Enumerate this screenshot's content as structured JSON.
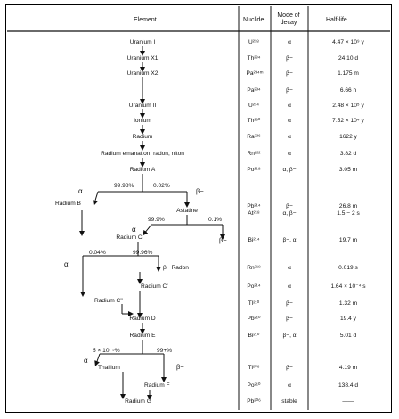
{
  "headers": {
    "element": "Element",
    "nuclide": "Nuclide",
    "mode": "Mode of decay",
    "halflife": "Half-life"
  },
  "chain": {
    "uranium_i": "Uranium I",
    "uranium_x1": "Uranium X1",
    "uranium_x2": "Uranium X2",
    "uranium_ii": "Uranium II",
    "ionium": "Ionium",
    "radium": "Radium",
    "emanation": "Radium emanation, radon, niton",
    "radium_a": "Radium A",
    "branch_a_left": "99.98%",
    "branch_a_right": "0.02%",
    "alpha_a": "α",
    "beta_a": "β−",
    "radium_b": "Radium B",
    "astatine": "Astatine",
    "branch_at_left": "99.9%",
    "branch_at_right": "0.1%",
    "alpha_at": "α",
    "radium_c": "Radium C",
    "beta_c": "β−",
    "branch_c_left": "0.04%",
    "branch_c_right": "99.96%",
    "alpha_c": "α",
    "beta_radon": "β− Radon",
    "radium_c_prime": "Radium C'",
    "radium_c_dbl": "Radium C\"",
    "radium_d": "Radium D",
    "radium_e": "Radium E",
    "branch_e_left": "5 × 10⁻⁵%",
    "branch_e_right": "99+%",
    "alpha_e": "α",
    "thallium": "Thallium",
    "beta_e": "β−",
    "radium_f": "Radium F",
    "radium_g": "Radium G"
  },
  "rows": [
    {
      "nuclide": "U²³⁸",
      "mode": "α",
      "halflife": "4.47 × 10⁹ y"
    },
    {
      "nuclide": "Th²³⁴",
      "mode": "β−",
      "halflife": "24.10 d"
    },
    {
      "nuclide": "Pa²³⁴ᵐ",
      "mode": "β−",
      "halflife": "1.175 m"
    },
    {
      "nuclide": "Pa²³⁴",
      "mode": "β−",
      "halflife": "6.66 h"
    },
    {
      "nuclide": "U²³⁴",
      "mode": "α",
      "halflife": "2.48 × 10⁵ y"
    },
    {
      "nuclide": "Th²³⁰",
      "mode": "α",
      "halflife": "7.52 × 10⁴ y"
    },
    {
      "nuclide": "Ra²²⁶",
      "mode": "α",
      "halflife": "1622 y"
    },
    {
      "nuclide": "Rn²²²",
      "mode": "α",
      "halflife": "3.82 d"
    },
    {
      "nuclide": "Po²¹⁸",
      "mode": "α, β−",
      "halflife": "3.05 m"
    },
    {
      "nuclide": "Pb²¹⁴",
      "mode": "β−",
      "halflife": "26.8 m"
    },
    {
      "nuclide": "At²¹⁸",
      "mode": "α, β−",
      "halflife": "1.5 − 2 s"
    },
    {
      "nuclide": "Bi²¹⁴",
      "mode": "β−, α",
      "halflife": "19.7 m"
    },
    {
      "nuclide": "Rn²¹⁸",
      "mode": "α",
      "halflife": "0.019 s"
    },
    {
      "nuclide": "Po²¹⁴",
      "mode": "α",
      "halflife": "1.64 × 10⁻⁴ s"
    },
    {
      "nuclide": "Tl²¹⁰",
      "mode": "β−",
      "halflife": "1.32 m"
    },
    {
      "nuclide": "Pb²¹⁰",
      "mode": "β−",
      "halflife": "19.4 y"
    },
    {
      "nuclide": "Bi²¹⁰",
      "mode": "β−, α",
      "halflife": "5.01 d"
    },
    {
      "nuclide": "Tl²⁰⁶",
      "mode": "β−",
      "halflife": "4.19 m"
    },
    {
      "nuclide": "Po²¹⁰",
      "mode": "α",
      "halflife": "138.4 d"
    },
    {
      "nuclide": "Pb²⁰⁶",
      "mode": "stable",
      "halflife": "——"
    }
  ]
}
